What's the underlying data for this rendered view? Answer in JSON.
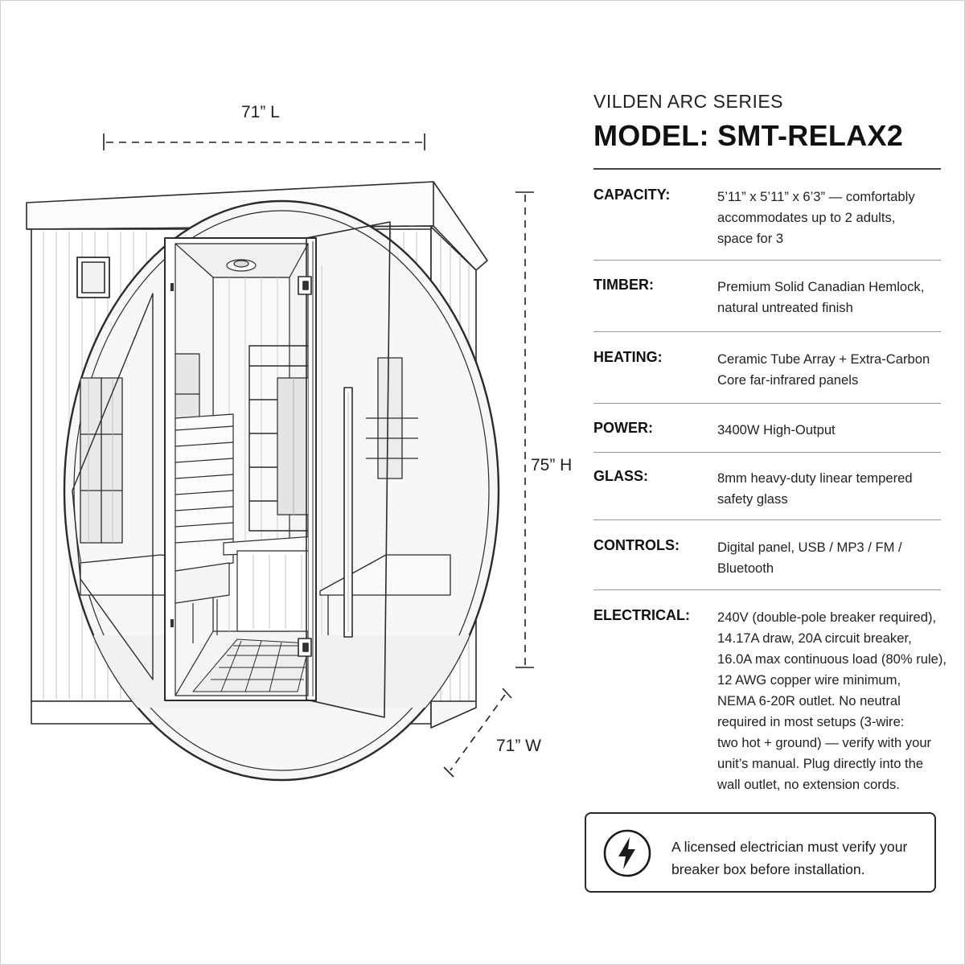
{
  "dimensions": {
    "length": "71” L",
    "height": "75” H",
    "width": "71” W"
  },
  "header": {
    "series": "VILDEN ARC SERIES",
    "model": "MODEL: SMT-RELAX2"
  },
  "specs": [
    {
      "label": "CAPACITY:",
      "lines": [
        "5’11” x 5’11” x 6’3” — comfortably",
        "accommodates up to 2 adults,",
        "space for 3"
      ]
    },
    {
      "label": "TIMBER:",
      "lines": [
        "Premium Solid Canadian Hemlock,",
        "natural untreated finish"
      ]
    },
    {
      "label": "HEATING:",
      "lines": [
        "Ceramic Tube Array + Extra-Carbon",
        "Core far-infrared panels"
      ]
    },
    {
      "label": "POWER:",
      "lines": [
        "3400W High-Output"
      ]
    },
    {
      "label": "GLASS:",
      "lines": [
        "8mm heavy-duty linear tempered",
        "safety glass"
      ]
    },
    {
      "label": "CONTROLS:",
      "lines": [
        "Digital panel, USB / MP3 / FM /",
        "Bluetooth"
      ]
    },
    {
      "label": "ELECTRICAL:",
      "lines": [
        "240V (double-pole breaker required),",
        "14.17A draw, 20A circuit breaker,",
        "16.0A max continuous load (80% rule),",
        "12 AWG copper wire minimum,",
        "NEMA 6-20R outlet. No neutral",
        "required in most setups (3-wire:",
        "two hot + ground) — verify with your",
        "unit’s manual. Plug directly into the",
        "wall outlet, no extension cords."
      ]
    }
  ],
  "note": {
    "icon": "lightning-bolt-icon",
    "lines": [
      "A licensed electrician must verify your",
      "breaker box before installation."
    ]
  }
}
